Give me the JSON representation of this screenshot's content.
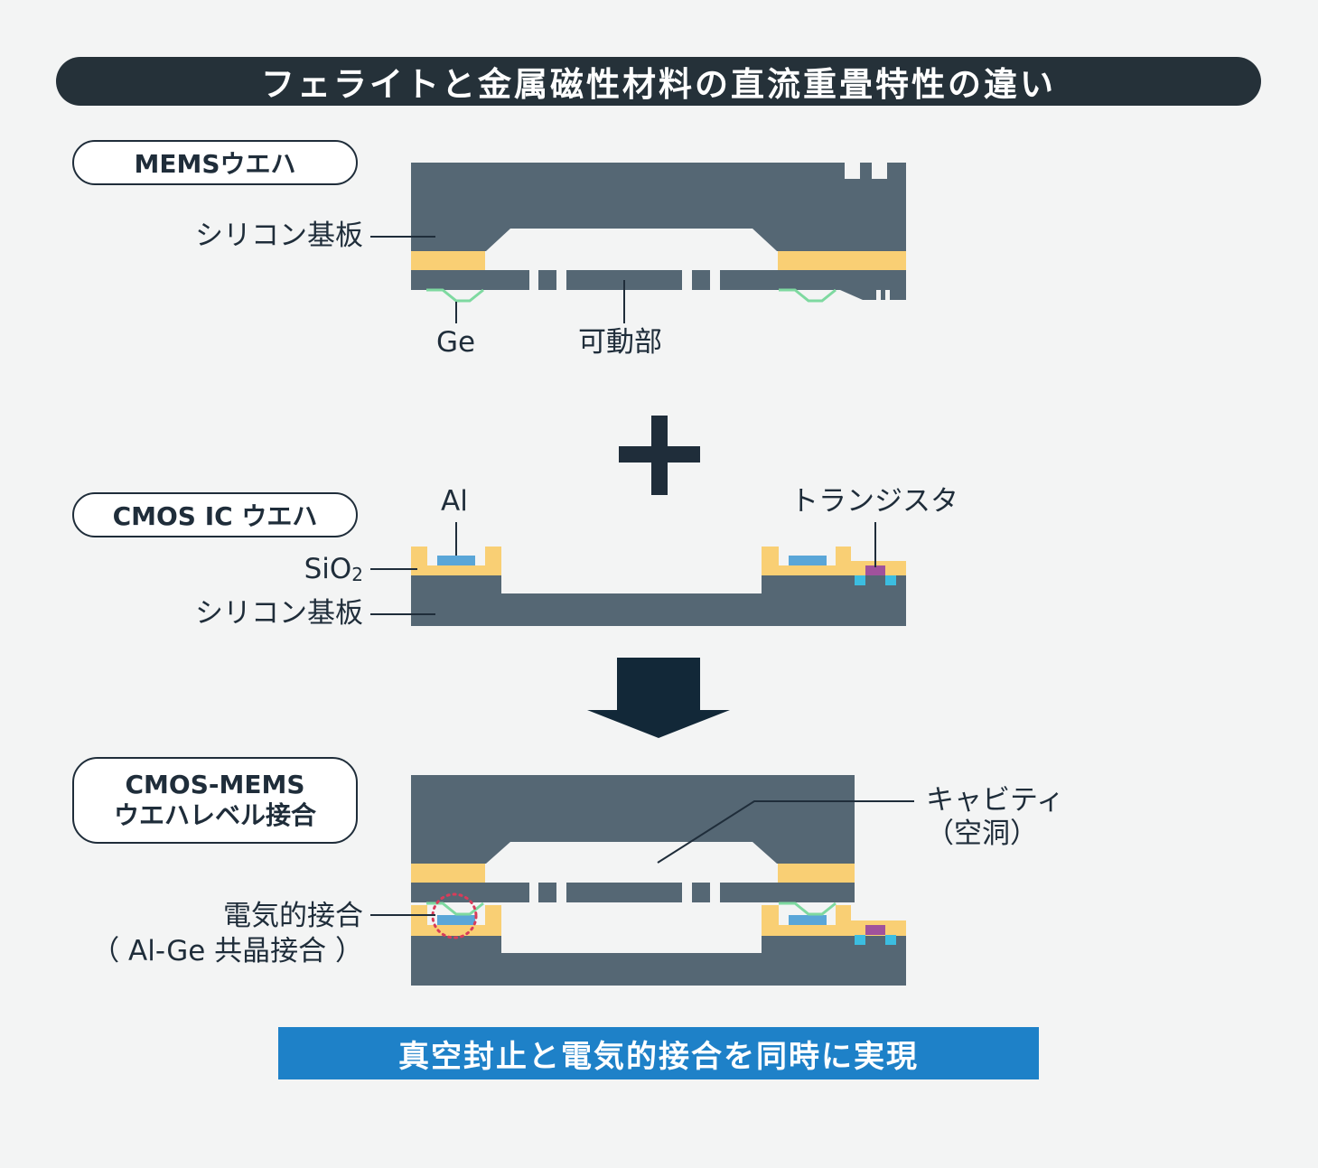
{
  "title": "フェライトと金属磁性材料の直流重畳特性の違い",
  "stages": {
    "mems": {
      "label": "MEMSウエハ",
      "silicon_label": "シリコン基板",
      "ge_label": "Ge",
      "movable_label": "可動部"
    },
    "cmos": {
      "label": "CMOS IC ウエハ",
      "al_label": "Al",
      "transistor_label": "トランジスタ",
      "sio2_label": "SiO",
      "sio2_sub": "2",
      "silicon_label": "シリコン基板"
    },
    "bonded": {
      "label_line1": "CMOS-MEMS",
      "label_line2": "ウエハレベル接合",
      "cavity_label_line1": "キャビティ",
      "cavity_label_line2": "（空洞）",
      "electrical_label_line1": "電気的接合",
      "electrical_label_line2": "（ Al-Ge 共晶接合 ）"
    }
  },
  "plus_symbol": "plus-icon",
  "arrow_symbol": "down-arrow-icon",
  "conclusion": "真空封止と電気的接合を同時に実現",
  "colors": {
    "silicon": "#556774",
    "oxide": "#f9cf74",
    "al": "#5aa6d8",
    "ge": "#7ed9a0",
    "transistor_top": "#a0529c",
    "transistor_bottom": "#3cbde0",
    "title_bg": "#253139",
    "conclusion_bg": "#1e81c8",
    "arrow": "#122838",
    "highlight_circle": "#d93c5a"
  }
}
